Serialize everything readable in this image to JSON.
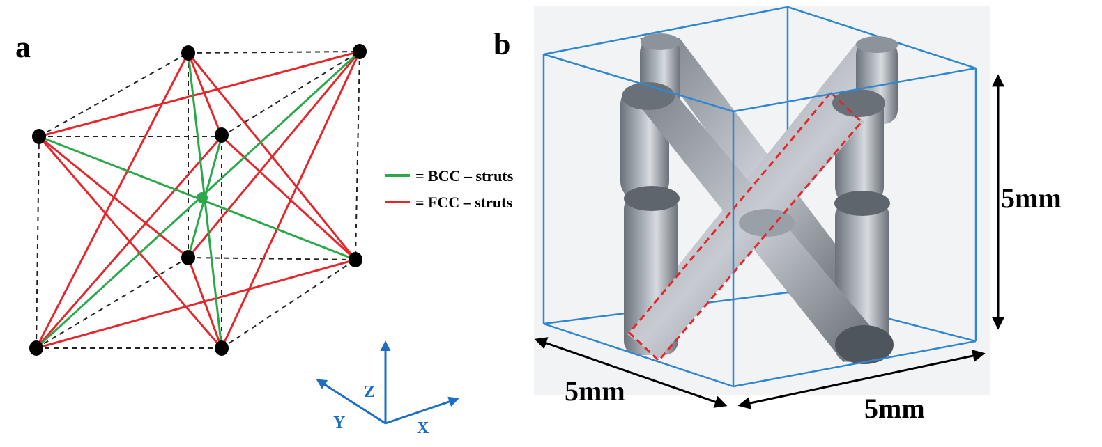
{
  "panel_a": {
    "label": "a",
    "legend": [
      {
        "text": "= BCC – struts",
        "color": "#2aa84a"
      },
      {
        "text": "= FCC – struts",
        "color": "#e5262a"
      }
    ],
    "axes": {
      "z": "Z",
      "y": "Y",
      "x": "X",
      "color": "#1a6fc4"
    }
  },
  "panel_b": {
    "label": "b",
    "dimensions": {
      "height": "5mm",
      "depth": "5mm",
      "width": "5mm"
    },
    "colors": {
      "bounding_box": "#2f86d1",
      "struts": "#8a9099",
      "highlight": "#e5262a"
    }
  }
}
